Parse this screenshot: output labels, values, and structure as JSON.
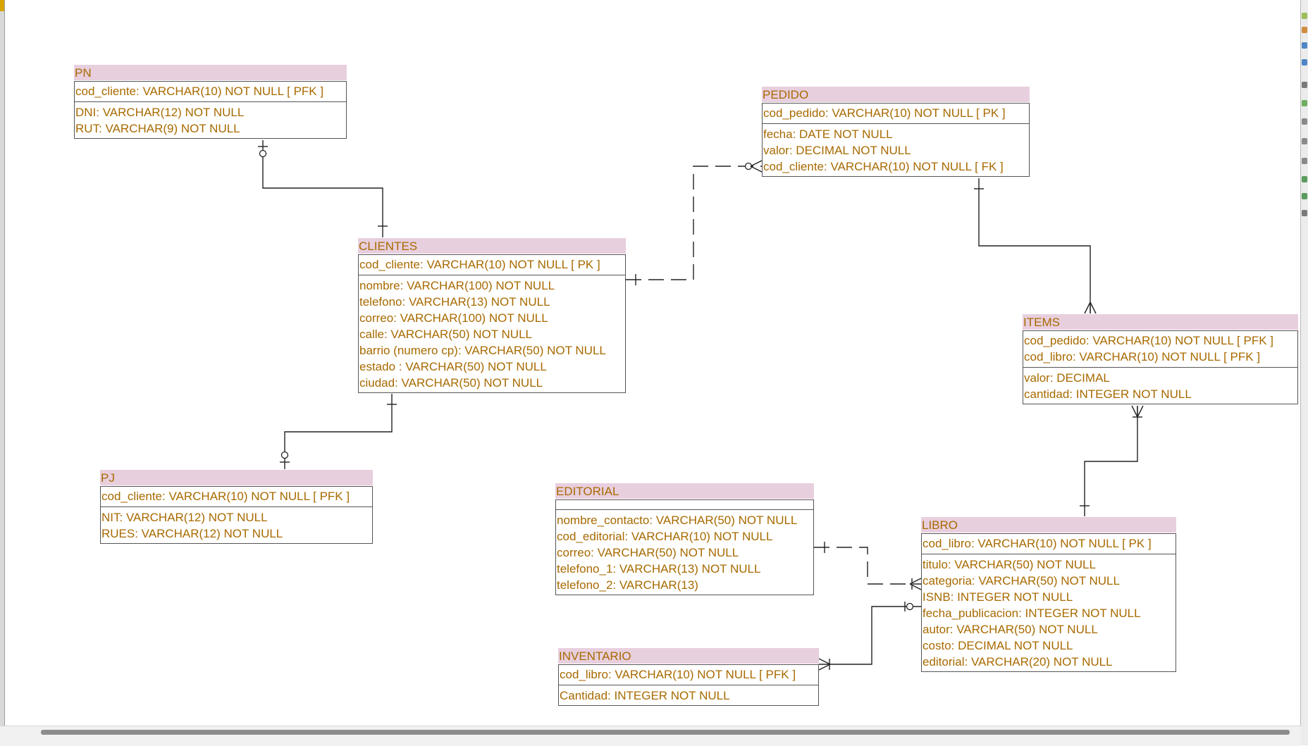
{
  "entities": {
    "pn": {
      "name": "PN",
      "keys": [
        "cod_cliente: VARCHAR(10)   NOT NULL  [ PFK ]"
      ],
      "attributes": [
        "DNI: VARCHAR(12)   NOT NULL",
        "RUT: VARCHAR(9)   NOT NULL"
      ]
    },
    "pedido": {
      "name": "PEDIDO",
      "keys": [
        "cod_pedido: VARCHAR(10)   NOT NULL  [ PK ]"
      ],
      "attributes": [
        "fecha: DATE   NOT NULL",
        "valor: DECIMAL   NOT NULL",
        "cod_cliente: VARCHAR(10)   NOT NULL  [ FK ]"
      ]
    },
    "clientes": {
      "name": "CLIENTES",
      "keys": [
        "cod_cliente: VARCHAR(10)   NOT NULL  [ PK ]"
      ],
      "attributes": [
        "nombre: VARCHAR(100)   NOT NULL",
        "telefono: VARCHAR(13)   NOT NULL",
        "correo: VARCHAR(100)   NOT NULL",
        "calle: VARCHAR(50)   NOT NULL",
        "barrio (numero cp): VARCHAR(50)   NOT NULL",
        "estado : VARCHAR(50)   NOT NULL",
        "ciudad: VARCHAR(50)   NOT NULL"
      ]
    },
    "items": {
      "name": "ITEMS",
      "keys": [
        "cod_pedido: VARCHAR(10)   NOT NULL  [ PFK ]",
        "cod_libro: VARCHAR(10)   NOT NULL  [ PFK ]"
      ],
      "attributes": [
        "valor: DECIMAL",
        "cantidad: INTEGER   NOT NULL"
      ]
    },
    "pj": {
      "name": "PJ",
      "keys": [
        "cod_cliente: VARCHAR(10)   NOT NULL  [ PFK ]"
      ],
      "attributes": [
        "NIT: VARCHAR(12)   NOT NULL",
        "RUES: VARCHAR(12)   NOT NULL"
      ]
    },
    "editorial": {
      "name": "EDITORIAL",
      "keys": [],
      "attributes": [
        "nombre_contacto: VARCHAR(50)   NOT NULL",
        "cod_editorial: VARCHAR(10)   NOT NULL",
        "correo: VARCHAR(50)   NOT NULL",
        "telefono_1: VARCHAR(13)   NOT NULL",
        "telefono_2: VARCHAR(13)"
      ]
    },
    "libro": {
      "name": "LIBRO",
      "keys": [
        "cod_libro: VARCHAR(10)   NOT NULL  [ PK ]"
      ],
      "attributes": [
        "titulo: VARCHAR(50)   NOT NULL",
        "categoria: VARCHAR(50)   NOT NULL",
        "ISNB: INTEGER   NOT NULL",
        "fecha_publicacion: INTEGER   NOT NULL",
        "autor: VARCHAR(50)   NOT NULL",
        "costo: DECIMAL   NOT NULL",
        "editorial: VARCHAR(20)   NOT NULL"
      ]
    },
    "inventario": {
      "name": "INVENTARIO",
      "keys": [
        "cod_libro: VARCHAR(10)   NOT NULL  [ PFK ]"
      ],
      "attributes": [
        "Cantidad: INTEGER   NOT NULL"
      ]
    }
  },
  "relationships": [
    {
      "from": "PN",
      "to": "CLIENTES",
      "from_end": "zero-or-one",
      "to_end": "one",
      "style": "solid"
    },
    {
      "from": "CLIENTES",
      "to": "PJ",
      "from_end": "one",
      "to_end": "zero-or-one",
      "style": "solid"
    },
    {
      "from": "CLIENTES",
      "to": "PEDIDO",
      "from_end": "one",
      "to_end": "zero-or-many",
      "style": "dashed"
    },
    {
      "from": "PEDIDO",
      "to": "ITEMS",
      "from_end": "one",
      "to_end": "one-or-many",
      "style": "solid"
    },
    {
      "from": "ITEMS",
      "to": "LIBRO",
      "from_end": "one-or-many",
      "to_end": "one",
      "style": "solid"
    },
    {
      "from": "EDITORIAL",
      "to": "LIBRO",
      "from_end": "one",
      "to_end": "one-or-many",
      "style": "dashed"
    },
    {
      "from": "LIBRO",
      "to": "INVENTARIO",
      "from_end": "zero-or-one",
      "to_end": "one-or-many",
      "style": "solid"
    }
  ],
  "colors": {
    "title_bg": "#e8cfde",
    "text": "#a86a00",
    "border": "#555555",
    "line": "#222222"
  }
}
